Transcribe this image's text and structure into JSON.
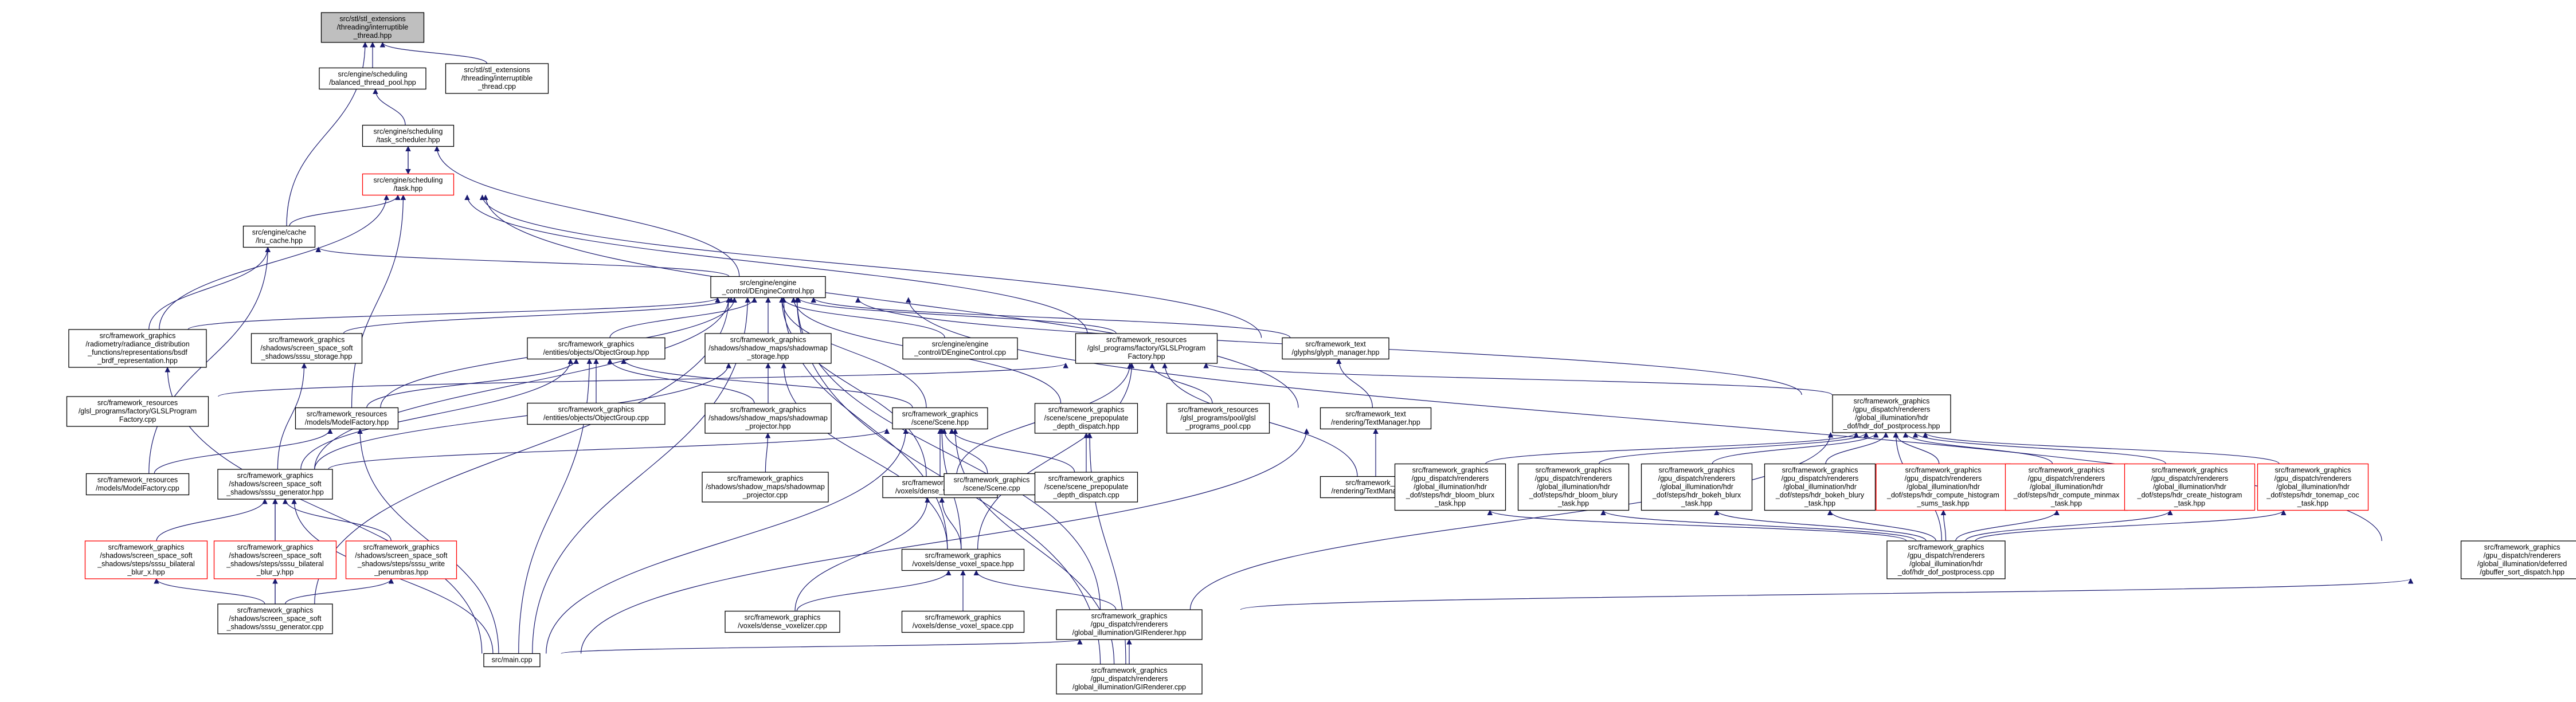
{
  "diagram": {
    "type": "include-dependency-graph",
    "colors": {
      "edge": "#191970",
      "root_fill": "#bfbfbf",
      "highlight_border": "#ff0000",
      "node_border": "#000000"
    },
    "nodes": [
      {
        "id": "n0",
        "lines": [
          "src/stl/stl_extensions",
          "/threading/interruptible",
          "_thread.hpp"
        ],
        "style": "root"
      },
      {
        "id": "n1",
        "lines": [
          "src/engine/scheduling",
          "/balanced_thread_pool.hpp"
        ]
      },
      {
        "id": "n2",
        "lines": [
          "src/stl/stl_extensions",
          "/threading/interruptible",
          "_thread.cpp"
        ]
      },
      {
        "id": "n3",
        "lines": [
          "src/engine/scheduling",
          "/task_scheduler.hpp"
        ]
      },
      {
        "id": "n4",
        "lines": [
          "src/engine/scheduling",
          "/task.hpp"
        ],
        "style": "red"
      },
      {
        "id": "n5",
        "lines": [
          "src/engine/cache",
          "/lru_cache.hpp"
        ]
      },
      {
        "id": "n6",
        "lines": [
          "src/engine/engine",
          "_control/DEngineControl.hpp"
        ]
      },
      {
        "id": "n7",
        "lines": [
          "src/framework_graphics",
          "/radiometry/radiance_distribution",
          "_functions/representations/bsdf",
          "_brdf_representation.hpp"
        ]
      },
      {
        "id": "n8",
        "lines": [
          "src/framework_graphics",
          "/shadows/screen_space_soft",
          "_shadows/sssu_storage.hpp"
        ]
      },
      {
        "id": "n9",
        "lines": [
          "src/framework_graphics",
          "/entities/objects/ObjectGroup.hpp"
        ]
      },
      {
        "id": "n10",
        "lines": [
          "src/framework_graphics",
          "/shadows/shadow_maps/shadowmap",
          "_storage.hpp"
        ]
      },
      {
        "id": "n11",
        "lines": [
          "src/engine/engine",
          "_control/DEngineControl.cpp"
        ]
      },
      {
        "id": "n12",
        "lines": [
          "src/framework_resources",
          "/glsl_programs/factory/GLSLProgram",
          "Factory.hpp"
        ]
      },
      {
        "id": "n13",
        "lines": [
          "src/framework_text",
          "/glyphs/glyph_manager.hpp"
        ]
      },
      {
        "id": "n14",
        "lines": [
          "src/framework_resources",
          "/glsl_programs/factory/GLSLProgram",
          "Factory.cpp"
        ]
      },
      {
        "id": "n15",
        "lines": [
          "src/framework_resources",
          "/models/ModelFactory.hpp"
        ]
      },
      {
        "id": "n16",
        "lines": [
          "src/framework_graphics",
          "/entities/objects/ObjectGroup.cpp"
        ]
      },
      {
        "id": "n17",
        "lines": [
          "src/framework_graphics",
          "/shadows/shadow_maps/shadowmap",
          "_projector.hpp"
        ]
      },
      {
        "id": "n18",
        "lines": [
          "src/framework_graphics",
          "/scene/Scene.hpp"
        ]
      },
      {
        "id": "n19",
        "lines": [
          "src/framework_graphics",
          "/scene/scene_prepopulate",
          "_depth_dispatch.hpp"
        ]
      },
      {
        "id": "n20",
        "lines": [
          "src/framework_resources",
          "/glsl_programs/pool/glsl",
          "_programs_pool.cpp"
        ]
      },
      {
        "id": "n21",
        "lines": [
          "src/framework_text",
          "/rendering/TextManager.hpp"
        ]
      },
      {
        "id": "n22",
        "lines": [
          "src/framework_graphics",
          "/gpu_dispatch/renderers",
          "/global_illumination/hdr",
          "_dof/hdr_dof_postprocess.hpp"
        ]
      },
      {
        "id": "n23",
        "lines": [
          "src/framework_resources",
          "/models/ModelFactory.cpp"
        ]
      },
      {
        "id": "n24",
        "lines": [
          "src/framework_graphics",
          "/shadows/screen_space_soft",
          "_shadows/sssu_generator.hpp"
        ]
      },
      {
        "id": "n25",
        "lines": [
          "src/framework_graphics",
          "/shadows/shadow_maps/shadowmap",
          "_projector.cpp"
        ]
      },
      {
        "id": "n26",
        "lines": [
          "src/framework_graphics",
          "/voxels/dense_voxelizer.hpp"
        ]
      },
      {
        "id": "n27",
        "lines": [
          "src/framework_graphics",
          "/scene/Scene.cpp"
        ]
      },
      {
        "id": "n28",
        "lines": [
          "src/framework_graphics",
          "/scene/scene_prepopulate",
          "_depth_dispatch.cpp"
        ]
      },
      {
        "id": "n29",
        "lines": [
          "src/framework_text",
          "/rendering/TextManager.cpp"
        ]
      },
      {
        "id": "n30",
        "lines": [
          "src/framework_graphics",
          "/gpu_dispatch/renderers",
          "/global_illumination/hdr",
          "_dof/steps/hdr_bloom_blurx",
          "_task.hpp"
        ]
      },
      {
        "id": "n31",
        "lines": [
          "src/framework_graphics",
          "/gpu_dispatch/renderers",
          "/global_illumination/hdr",
          "_dof/steps/hdr_bloom_blury",
          "_task.hpp"
        ]
      },
      {
        "id": "n32",
        "lines": [
          "src/framework_graphics",
          "/gpu_dispatch/renderers",
          "/global_illumination/hdr",
          "_dof/steps/hdr_bokeh_blurx",
          "_task.hpp"
        ]
      },
      {
        "id": "n33",
        "lines": [
          "src/framework_graphics",
          "/gpu_dispatch/renderers",
          "/global_illumination/hdr",
          "_dof/steps/hdr_bokeh_blury",
          "_task.hpp"
        ]
      },
      {
        "id": "n34",
        "lines": [
          "src/framework_graphics",
          "/gpu_dispatch/renderers",
          "/global_illumination/hdr",
          "_dof/steps/hdr_compute_histogram",
          "_sums_task.hpp"
        ],
        "style": "red"
      },
      {
        "id": "n35",
        "lines": [
          "src/framework_graphics",
          "/gpu_dispatch/renderers",
          "/global_illumination/hdr",
          "_dof/steps/hdr_compute_minmax",
          "_task.hpp"
        ],
        "style": "red"
      },
      {
        "id": "n36",
        "lines": [
          "src/framework_graphics",
          "/gpu_dispatch/renderers",
          "/global_illumination/hdr",
          "_dof/steps/hdr_create_histogram",
          "_task.hpp"
        ],
        "style": "red"
      },
      {
        "id": "n37",
        "lines": [
          "src/framework_graphics",
          "/gpu_dispatch/renderers",
          "/global_illumination/hdr",
          "_dof/steps/hdr_tonemap_coc",
          "_task.hpp"
        ],
        "style": "red"
      },
      {
        "id": "n38",
        "lines": [
          "src/framework_graphics",
          "/shadows/screen_space_soft",
          "_shadows/steps/sssu_bilateral",
          "_blur_x.hpp"
        ],
        "style": "red"
      },
      {
        "id": "n39",
        "lines": [
          "src/framework_graphics",
          "/shadows/screen_space_soft",
          "_shadows/steps/sssu_bilateral",
          "_blur_y.hpp"
        ],
        "style": "red"
      },
      {
        "id": "n40",
        "lines": [
          "src/framework_graphics",
          "/shadows/screen_space_soft",
          "_shadows/steps/sssu_write",
          "_penumbras.hpp"
        ],
        "style": "red"
      },
      {
        "id": "n41",
        "lines": [
          "src/framework_graphics",
          "/voxels/dense_voxel_space.hpp"
        ]
      },
      {
        "id": "n42",
        "lines": [
          "src/framework_graphics",
          "/gpu_dispatch/renderers",
          "/global_illumination/hdr",
          "_dof/hdr_dof_postprocess.cpp"
        ]
      },
      {
        "id": "n43",
        "lines": [
          "src/framework_graphics",
          "/gpu_dispatch/renderers",
          "/global_illumination/deferred",
          "/gbuffer_sort_dispatch.hpp"
        ]
      },
      {
        "id": "n44",
        "lines": [
          "src/framework_graphics",
          "/shadows/screen_space_soft",
          "_shadows/sssu_generator.cpp"
        ]
      },
      {
        "id": "n45",
        "lines": [
          "src/framework_graphics",
          "/voxels/dense_voxelizer.cpp"
        ]
      },
      {
        "id": "n46",
        "lines": [
          "src/framework_graphics",
          "/voxels/dense_voxel_space.cpp"
        ]
      },
      {
        "id": "n47",
        "lines": [
          "src/framework_graphics",
          "/gpu_dispatch/renderers",
          "/global_illumination/GIRenderer.hpp"
        ]
      },
      {
        "id": "n48",
        "lines": [
          "src/main.cpp"
        ]
      },
      {
        "id": "n49",
        "lines": [
          "src/framework_graphics",
          "/gpu_dispatch/renderers",
          "/global_illumination/GIRenderer.cpp"
        ]
      }
    ],
    "edges": [
      [
        "n0",
        "n1"
      ],
      [
        "n0",
        "n2"
      ],
      [
        "n0",
        "n5"
      ],
      [
        "n1",
        "n3"
      ],
      [
        "n3",
        "n4"
      ],
      [
        "n4",
        "n3"
      ],
      [
        "n3",
        "n6"
      ],
      [
        "n4",
        "n5"
      ],
      [
        "n4",
        "n7"
      ],
      [
        "n4",
        "n15"
      ],
      [
        "n4",
        "n13"
      ],
      [
        "n4",
        "n21"
      ],
      [
        "n4",
        "n12"
      ],
      [
        "n5",
        "n6"
      ],
      [
        "n5",
        "n7"
      ],
      [
        "n5",
        "n23"
      ],
      [
        "n6",
        "n7"
      ],
      [
        "n6",
        "n8"
      ],
      [
        "n6",
        "n9"
      ],
      [
        "n6",
        "n10"
      ],
      [
        "n6",
        "n11"
      ],
      [
        "n6",
        "n12"
      ],
      [
        "n6",
        "n13"
      ],
      [
        "n6",
        "n15"
      ],
      [
        "n6",
        "n18"
      ],
      [
        "n6",
        "n19"
      ],
      [
        "n6",
        "n22"
      ],
      [
        "n6",
        "n24"
      ],
      [
        "n6",
        "n26"
      ],
      [
        "n6",
        "n41"
      ],
      [
        "n6",
        "n43"
      ],
      [
        "n6",
        "n44"
      ],
      [
        "n6",
        "n47"
      ],
      [
        "n6",
        "n48"
      ],
      [
        "n6",
        "n49"
      ],
      [
        "n7",
        "n48"
      ],
      [
        "n8",
        "n24"
      ],
      [
        "n9",
        "n15"
      ],
      [
        "n9",
        "n16"
      ],
      [
        "n9",
        "n17"
      ],
      [
        "n9",
        "n18"
      ],
      [
        "n9",
        "n24"
      ],
      [
        "n9",
        "n48"
      ],
      [
        "n10",
        "n17"
      ],
      [
        "n10",
        "n24"
      ],
      [
        "n10",
        "n41"
      ],
      [
        "n12",
        "n14"
      ],
      [
        "n12",
        "n20"
      ],
      [
        "n12",
        "n22"
      ],
      [
        "n12",
        "n26"
      ],
      [
        "n12",
        "n41"
      ],
      [
        "n12",
        "n29"
      ],
      [
        "n13",
        "n21"
      ],
      [
        "n15",
        "n23"
      ],
      [
        "n15",
        "n48"
      ],
      [
        "n17",
        "n25"
      ],
      [
        "n18",
        "n24"
      ],
      [
        "n18",
        "n26"
      ],
      [
        "n18",
        "n27"
      ],
      [
        "n18",
        "n28"
      ],
      [
        "n18",
        "n41"
      ],
      [
        "n18",
        "n48"
      ],
      [
        "n18",
        "n49"
      ],
      [
        "n19",
        "n28"
      ],
      [
        "n19",
        "n49"
      ],
      [
        "n21",
        "n29"
      ],
      [
        "n21",
        "n48"
      ],
      [
        "n22",
        "n30"
      ],
      [
        "n22",
        "n31"
      ],
      [
        "n22",
        "n32"
      ],
      [
        "n22",
        "n33"
      ],
      [
        "n22",
        "n34"
      ],
      [
        "n22",
        "n35"
      ],
      [
        "n22",
        "n36"
      ],
      [
        "n22",
        "n37"
      ],
      [
        "n22",
        "n42"
      ],
      [
        "n22",
        "n47"
      ],
      [
        "n30",
        "n42"
      ],
      [
        "n31",
        "n42"
      ],
      [
        "n32",
        "n42"
      ],
      [
        "n33",
        "n42"
      ],
      [
        "n34",
        "n42"
      ],
      [
        "n35",
        "n42"
      ],
      [
        "n36",
        "n42"
      ],
      [
        "n37",
        "n42"
      ],
      [
        "n24",
        "n38"
      ],
      [
        "n24",
        "n39"
      ],
      [
        "n24",
        "n40"
      ],
      [
        "n24",
        "n44"
      ],
      [
        "n24",
        "n48"
      ],
      [
        "n38",
        "n44"
      ],
      [
        "n39",
        "n44"
      ],
      [
        "n40",
        "n44"
      ],
      [
        "n26",
        "n41"
      ],
      [
        "n26",
        "n45"
      ],
      [
        "n41",
        "n46"
      ],
      [
        "n41",
        "n47"
      ],
      [
        "n41",
        "n45"
      ],
      [
        "n43",
        "n47"
      ],
      [
        "n47",
        "n48"
      ],
      [
        "n47",
        "n49"
      ]
    ]
  }
}
